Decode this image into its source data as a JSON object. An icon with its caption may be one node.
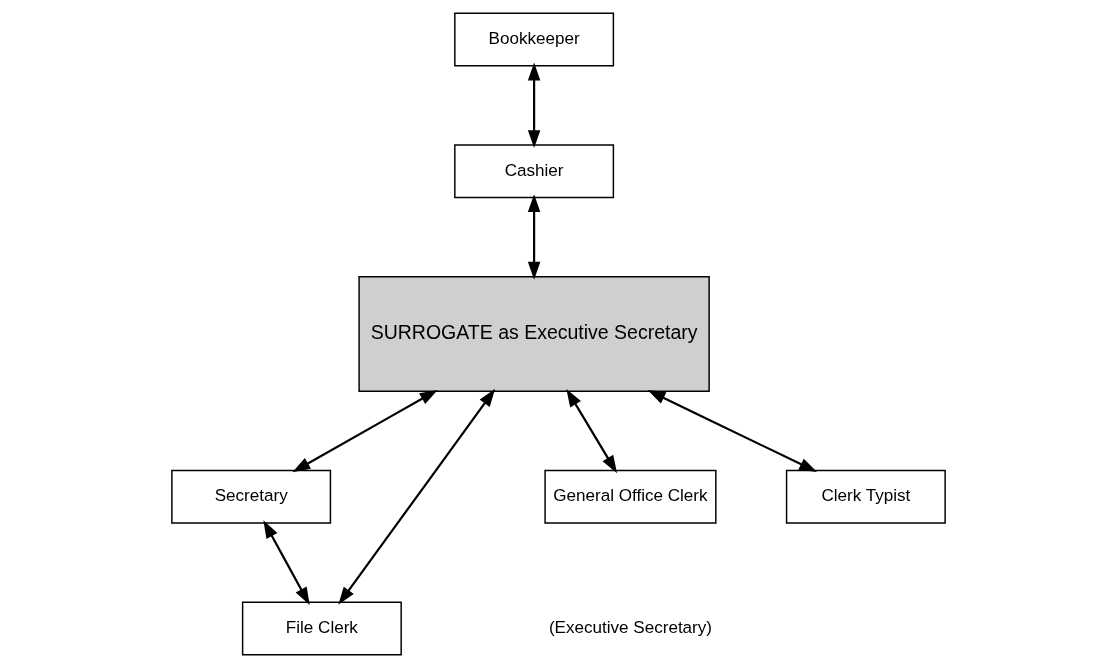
{
  "diagram": {
    "nodes": [
      {
        "text": [
          "Cashier"
        ]
      },
      {
        "text": [
          "Bookkeeper"
        ]
      },
      {
        "text": [
          "Secretary"
        ]
      },
      {
        "text": [
          "File Clerk"
        ]
      },
      {
        "text": [
          "SURROGATE as Executive Secretary"
        ]
      },
      {
        "text": [
          "General Office Clerk"
        ]
      },
      {
        "text": [
          "Clerk Typist"
        ]
      }
    ],
    "edges": [
      {
        "from": 1,
        "to": 0,
        "arrow": "both"
      },
      {
        "from": 0,
        "to": 4,
        "arrow": "both"
      },
      {
        "from": 2,
        "to": 3,
        "arrow": "both"
      },
      {
        "from": 4,
        "to": 2,
        "arrow": "both"
      },
      {
        "from": 4,
        "to": 3,
        "arrow": "both"
      },
      {
        "from": 4,
        "to": 5,
        "arrow": "both"
      },
      {
        "from": 4,
        "to": 6,
        "arrow": "both"
      }
    ],
    "labels": [
      "(Executive Secretary)"
    ]
  }
}
